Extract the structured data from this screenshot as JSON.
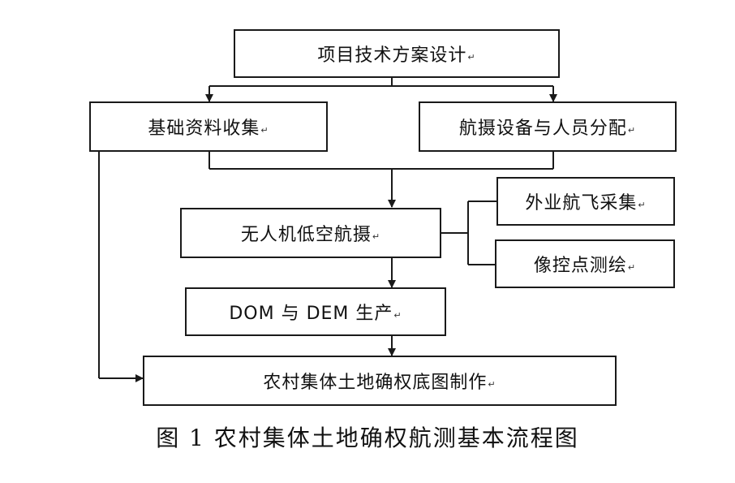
{
  "nodes": {
    "plan": "项目技术方案设计",
    "basic": "基础资料收集",
    "equip": "航摄设备与人员分配",
    "uav": "无人机低空航摄",
    "field": "外业航飞采集",
    "control": "像控点测绘",
    "dom": "DOM 与 DEM 生产",
    "base_map": "农村集体土地确权底图制作"
  },
  "return_mark": "↵",
  "caption": "图 1 农村集体土地确权航测基本流程图"
}
